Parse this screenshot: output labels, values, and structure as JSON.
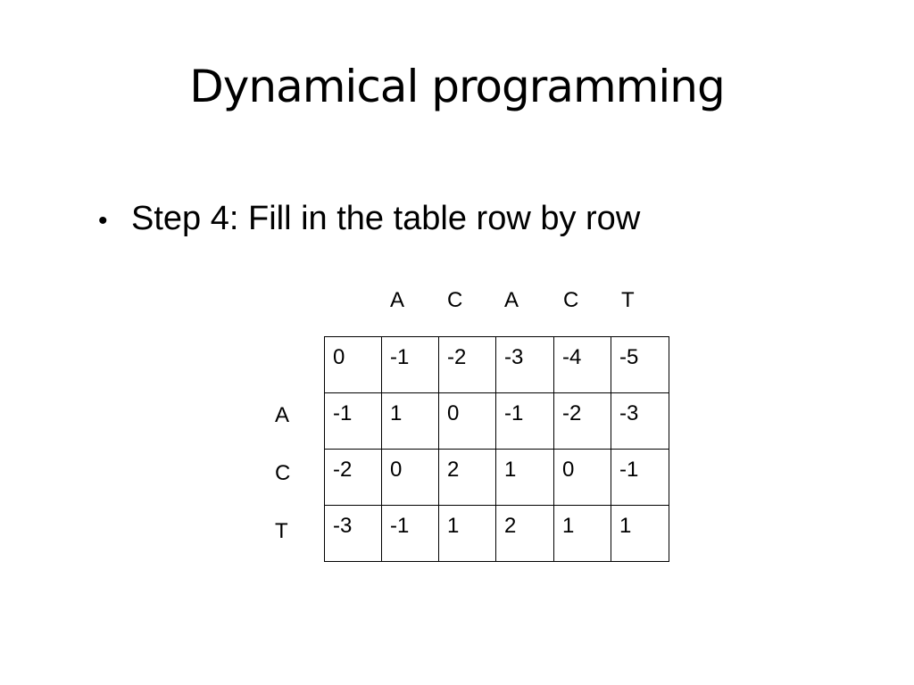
{
  "slide": {
    "title": "Dynamical programming",
    "bullet": "Step 4: Fill in the table row by row"
  },
  "table": {
    "column_headers": [
      "A",
      "C",
      "A",
      "C",
      "T"
    ],
    "row_headers": [
      "A",
      "C",
      "T"
    ],
    "rows": [
      [
        "0",
        "-1",
        "-2",
        "-3",
        "-4",
        "-5"
      ],
      [
        "-1",
        "1",
        "0",
        "-1",
        "-2",
        "-3"
      ],
      [
        "-2",
        "0",
        "2",
        "1",
        "0",
        "-1"
      ],
      [
        "-3",
        "-1",
        "1",
        "2",
        "1",
        "1"
      ]
    ]
  }
}
